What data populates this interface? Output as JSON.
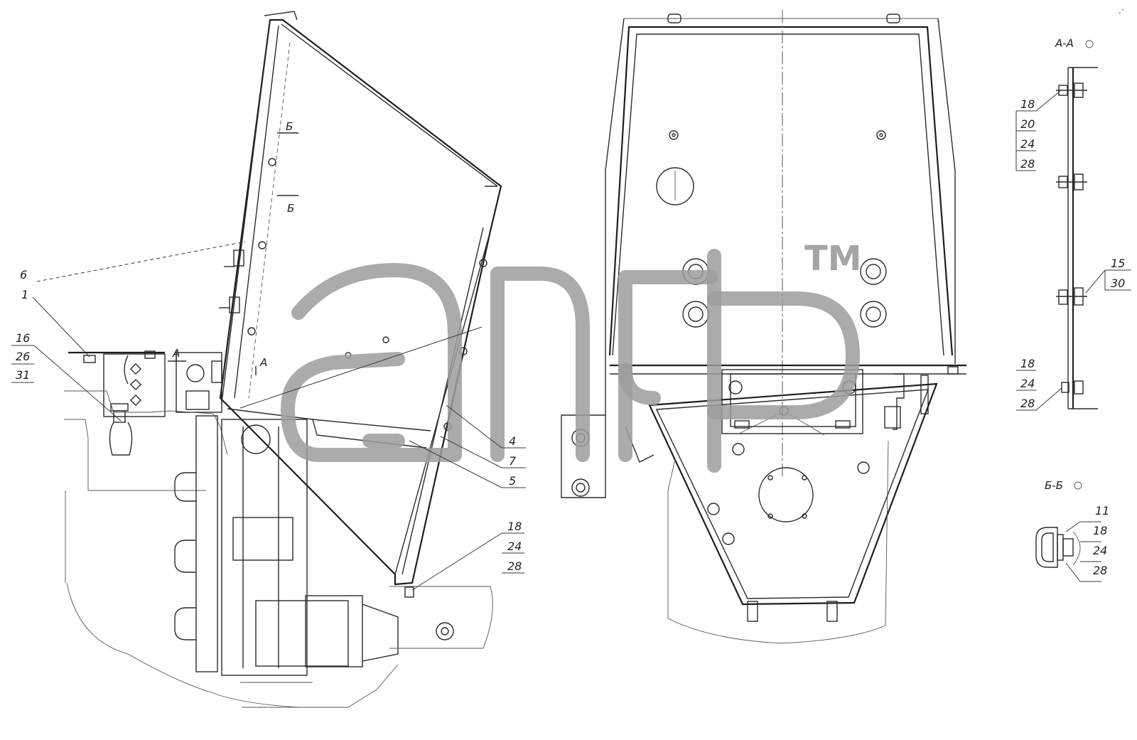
{
  "watermark": {
    "trademark_symbol": "TM",
    "color": "#9c9c9c"
  },
  "section_marks": {
    "a": "А",
    "b": "Б"
  },
  "views": [
    {
      "label": "А-А"
    },
    {
      "label": "Б-Б"
    }
  ],
  "callouts_main": [
    "6",
    "1",
    "16",
    "26",
    "31",
    "4",
    "7",
    "5",
    "18",
    "24",
    "28"
  ],
  "callouts_section_aa": {
    "top_stack": [
      "18",
      "20",
      "24",
      "28"
    ],
    "mid_stack": [
      "15",
      "30"
    ],
    "bottom_stack": [
      "18",
      "24",
      "28"
    ]
  },
  "callouts_section_bb": [
    "11",
    "18",
    "24",
    "28"
  ]
}
